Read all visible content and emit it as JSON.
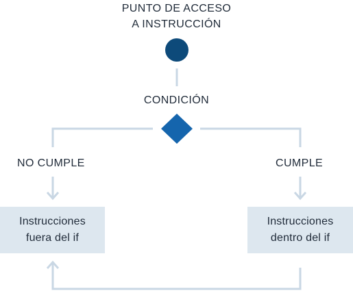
{
  "diagram": {
    "entry_label_line1": "PUNTO DE ACCESO",
    "entry_label_line2": "A INSTRUCCIÓN",
    "condition_label": "CONDICIÓN",
    "false_branch_label": "NO CUMPLE",
    "true_branch_label": "CUMPLE",
    "left_box_line1": "Instrucciones",
    "left_box_line2": "fuera del if",
    "right_box_line1": "Instrucciones",
    "right_box_line2": "dentro del if"
  },
  "colors": {
    "node": "#0d4a7a",
    "decision": "#1565ad",
    "connector": "#c9d7e4",
    "box_fill": "#dde7ef",
    "text": "#1f2a38"
  }
}
